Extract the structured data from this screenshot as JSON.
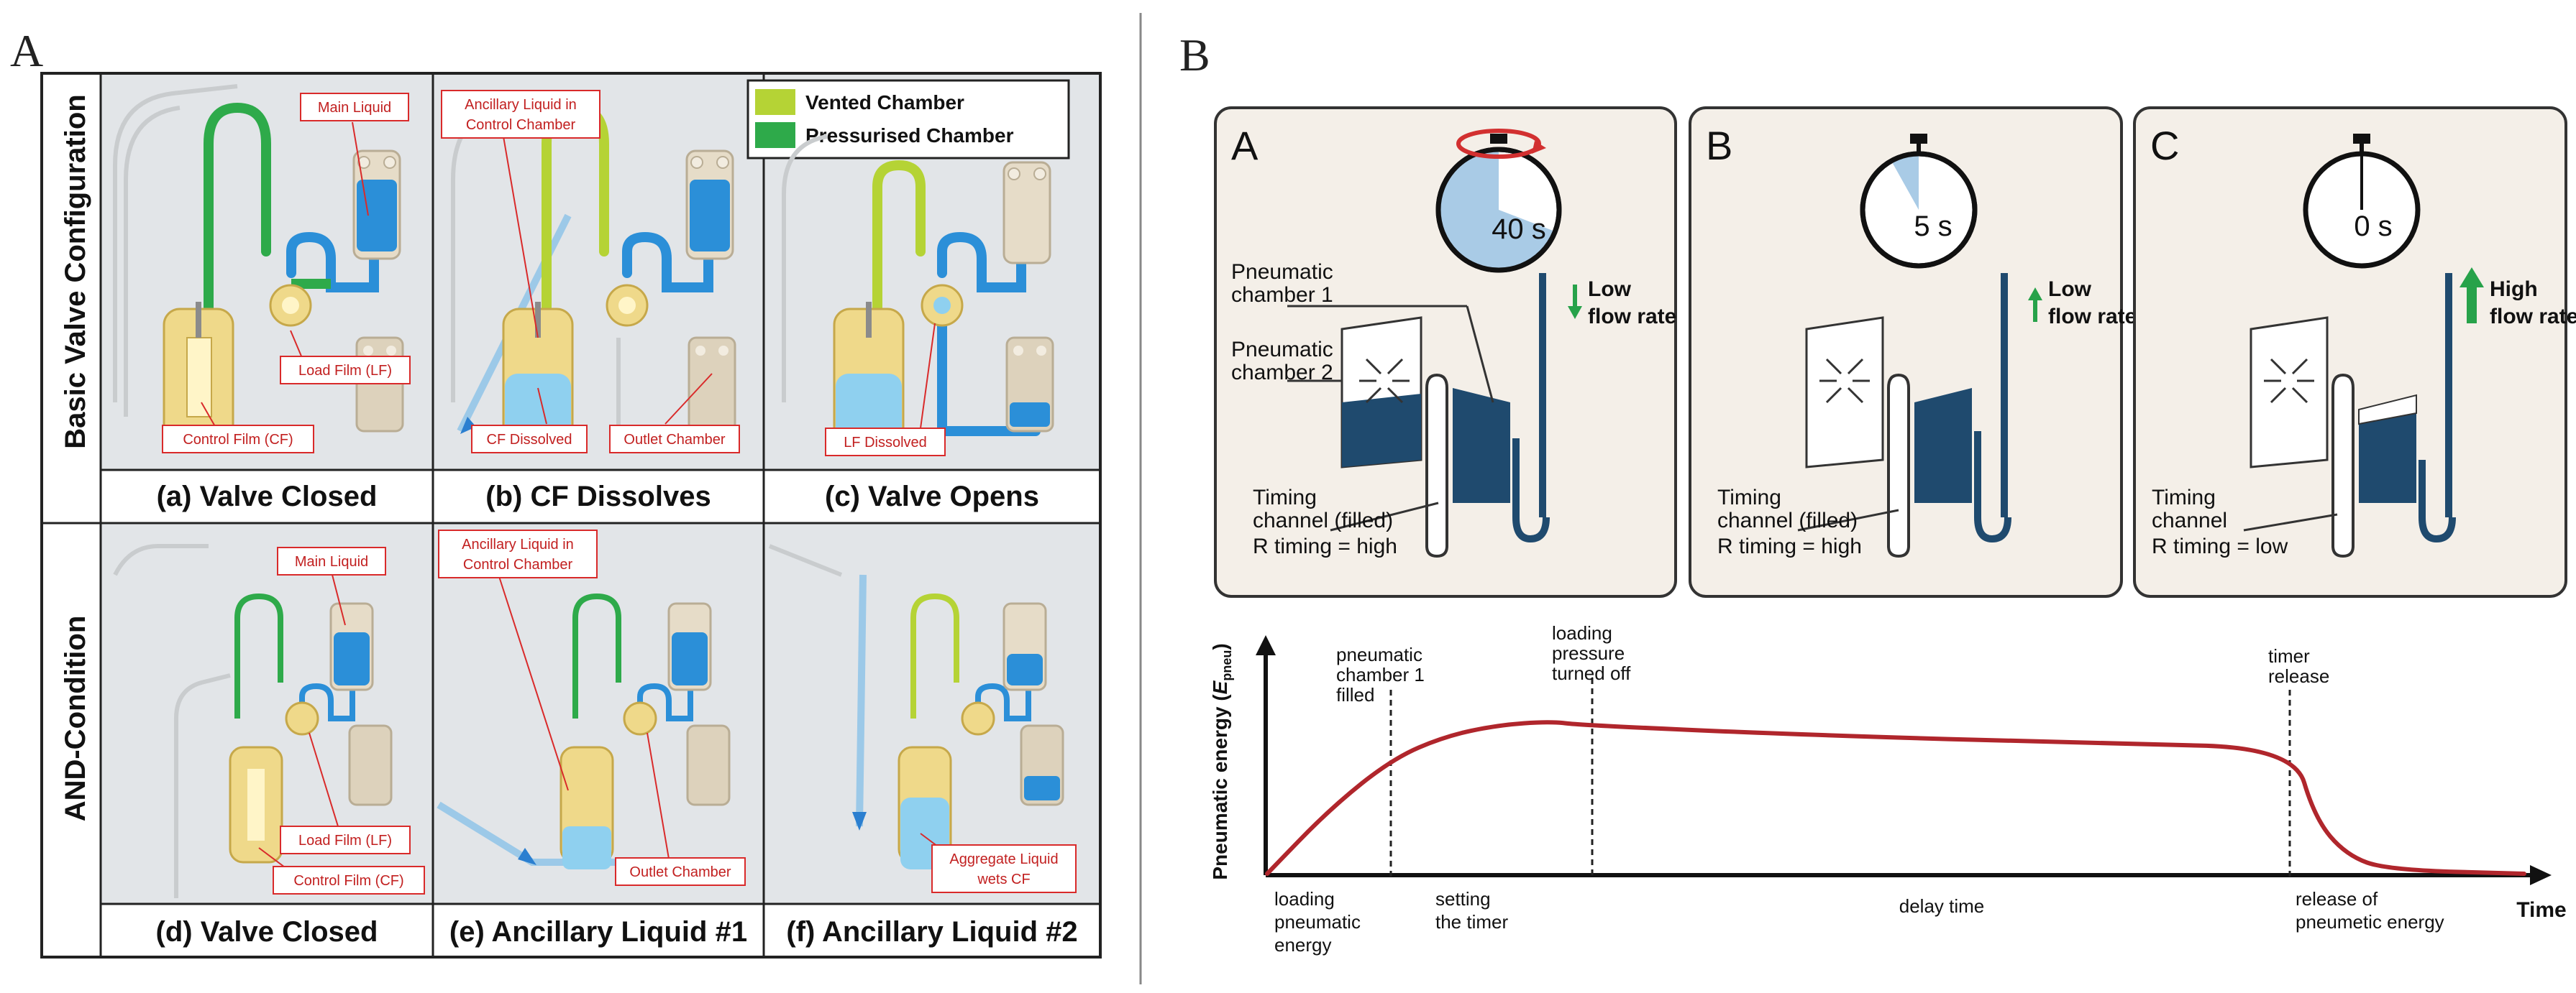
{
  "panel_a": {
    "letter": "A",
    "row_labels": [
      "Basic Valve Configuration",
      "AND-Condition"
    ],
    "legend": {
      "items": [
        {
          "label": "Vented Chamber",
          "color": "#b5d335"
        },
        {
          "label": "Pressurised Chamber",
          "color": "#2eaa4a"
        }
      ]
    },
    "captions": [
      "(a) Valve Closed",
      "(b) CF Dissolves",
      "(c) Valve Opens",
      "(d) Valve Closed",
      "(e) Ancillary Liquid #1",
      "(f) Ancillary Liquid #2"
    ],
    "callouts": {
      "main_liquid_top": "Main Liquid",
      "load_film_top": "Load Film (LF)",
      "control_film_top": "Control Film (CF)",
      "ancillary_top_1": "Ancillary Liquid in",
      "ancillary_top_2": "Control Chamber",
      "cf_dissolved": "CF Dissolved",
      "outlet_chamber_top": "Outlet Chamber",
      "lf_dissolved": "LF Dissolved",
      "main_liquid_bottom": "Main Liquid",
      "load_film_bottom": "Load Film (LF)",
      "control_film_bottom": "Control Film (CF)",
      "ancillary_bottom_1": "Ancillary Liquid in",
      "ancillary_bottom_2": "Control Chamber",
      "outlet_chamber_bottom": "Outlet Chamber",
      "aggregate_1": "Aggregate Liquid",
      "aggregate_2": "wets CF"
    }
  },
  "panel_b": {
    "letter": "B",
    "boxes": [
      {
        "letter": "A",
        "timer": "40 s",
        "flow_1": "Low",
        "flow_2": "flow rate",
        "channel_1": "Timing",
        "channel_2": "channel (filled)",
        "resistance": "R timing = high",
        "label_pc1_1": "Pneumatic",
        "label_pc1_2": "chamber 1",
        "label_pc2_1": "Pneumatic",
        "label_pc2_2": "chamber 2"
      },
      {
        "letter": "B",
        "timer": "5 s",
        "flow_1": "Low",
        "flow_2": "flow rate",
        "channel_1": "Timing",
        "channel_2": "channel (filled)",
        "resistance": "R timing = high"
      },
      {
        "letter": "C",
        "timer": "0 s",
        "flow_1": "High",
        "flow_2": "flow rate",
        "channel_1": "Timing",
        "channel_2": "channel",
        "resistance": "R timing = low"
      }
    ],
    "chart": {
      "ylabel_main": "Pneumatic energy (",
      "ylabel_sym": "E",
      "ylabel_sub": "pneu",
      "ylabel_close": ")",
      "xlabel": "Time",
      "top_labels": [
        [
          "pneumatic",
          "chamber 1",
          "filled"
        ],
        [
          "loading",
          "pressure",
          "turned off"
        ],
        [
          "timer",
          "release"
        ]
      ],
      "bottom_labels": [
        [
          "loading",
          "pneumatic",
          "energy"
        ],
        [
          "setting",
          "the timer"
        ],
        [
          "delay time"
        ],
        [
          "release of",
          "pneumetic energy"
        ]
      ]
    }
  },
  "chart_data": {
    "type": "line",
    "title": "",
    "xlabel": "Time",
    "ylabel": "Pneumatic energy (E pneu)",
    "series": [
      {
        "values": [
          0,
          0.35,
          0.62,
          0.74,
          0.8,
          0.82,
          0.8,
          0.75,
          0.7,
          0.68,
          0.3,
          0.1,
          0.02,
          0
        ]
      }
    ],
    "x": [
      0,
      0.06,
      0.12,
      0.17,
      0.22,
      0.27,
      0.3,
      0.5,
      0.8,
      0.98,
      1.0,
      1.03,
      1.07,
      1.2
    ],
    "grid": false
  }
}
